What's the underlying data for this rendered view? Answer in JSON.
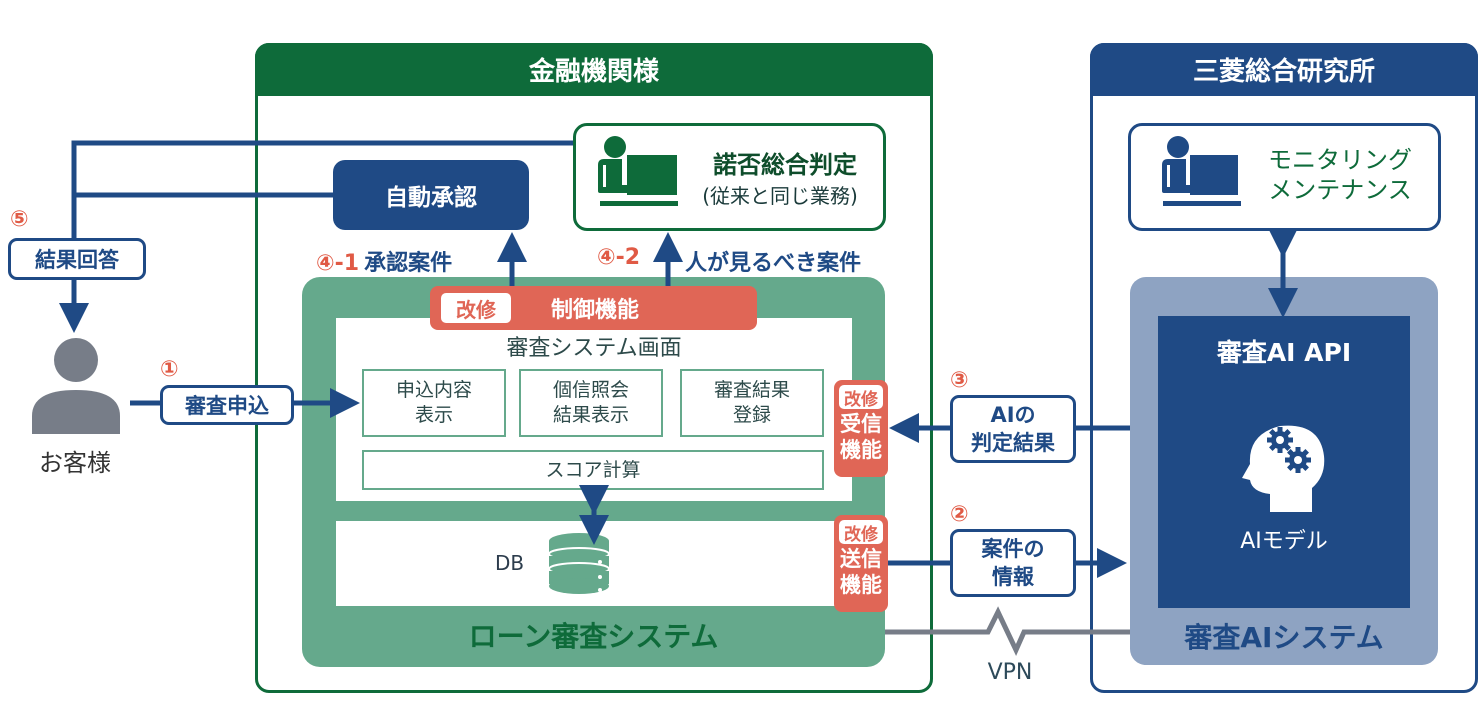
{
  "colors": {
    "green_dark": "#0e6b3a",
    "green_mid": "#65a98c",
    "blue_dark": "#1f4a85",
    "blue_light": "#8ea3c2",
    "red": "#e06656",
    "gray": "#777d88"
  },
  "customer": {
    "label": "お客様",
    "icon": "person-icon"
  },
  "financial_institution": {
    "title": "金融機関様",
    "auto_approve": "自動承認",
    "decision": {
      "title": "諾否総合判定",
      "subtitle": "(従来と同じ業務)",
      "icon": "operator-at-computer-icon"
    },
    "loan_system": {
      "title": "ローン審査システム",
      "control": {
        "tag": "改修",
        "label": "制御機能"
      },
      "screen": {
        "title": "審査システム画面",
        "functions": [
          {
            "line1": "申込内容",
            "line2": "表示"
          },
          {
            "line1": "個信照会",
            "line2": "結果表示"
          },
          {
            "line1": "審査結果",
            "line2": "登録"
          }
        ],
        "score": "スコア計算"
      },
      "db": {
        "label": "DB",
        "icon": "database-icon"
      },
      "receive": {
        "tag": "改修",
        "line1": "受信",
        "line2": "機能"
      },
      "send": {
        "tag": "改修",
        "line1": "送信",
        "line2": "機能"
      }
    }
  },
  "mri": {
    "title": "三菱総合研究所",
    "monitoring": {
      "line1": "モニタリング",
      "line2": "メンテナンス",
      "icon": "operator-at-computer-icon"
    },
    "ai_system": {
      "title": "審査AIシステム",
      "api_title": "審査AI API",
      "model_label": "AIモデル",
      "icon": "head-gears-icon"
    }
  },
  "steps": {
    "s1": {
      "num": "①",
      "label": "審査申込"
    },
    "s2": {
      "num": "②",
      "line1": "案件の",
      "line2": "情報"
    },
    "s3": {
      "num": "③",
      "line1": "AIの",
      "line2": "判定結果"
    },
    "s4_1": {
      "num": "④-1",
      "label": "承認案件"
    },
    "s4_2": {
      "num": "④-2",
      "label": "人が見るべき案件"
    },
    "s5": {
      "num": "⑤",
      "label": "結果回答"
    }
  },
  "vpn": "VPN"
}
